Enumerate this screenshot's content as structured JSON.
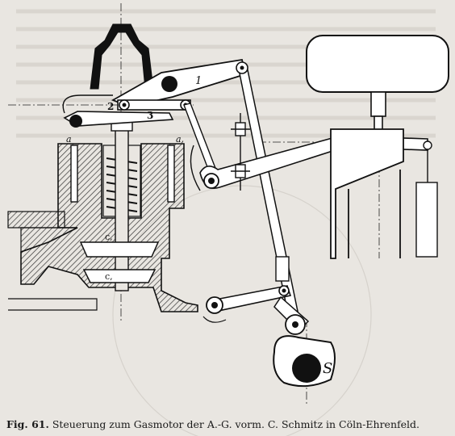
{
  "caption": {
    "figure_number": "Fig. 61.",
    "text": "Steuerung zum Gasmotor der A.-G. vorm. C. Schmitz in Cöln-Ehrenfeld."
  },
  "labels": {
    "lever_1": "1",
    "lever_2": "2",
    "lever_3": "3",
    "nut_a": "a",
    "nut_a1": "a,",
    "valve_c1_upper": "c,",
    "valve_c1_lower": "c,",
    "cam_shaft": "S"
  },
  "colors": {
    "paper": "#e9e6e1",
    "ink": "#111111",
    "hatch": "#444444"
  }
}
